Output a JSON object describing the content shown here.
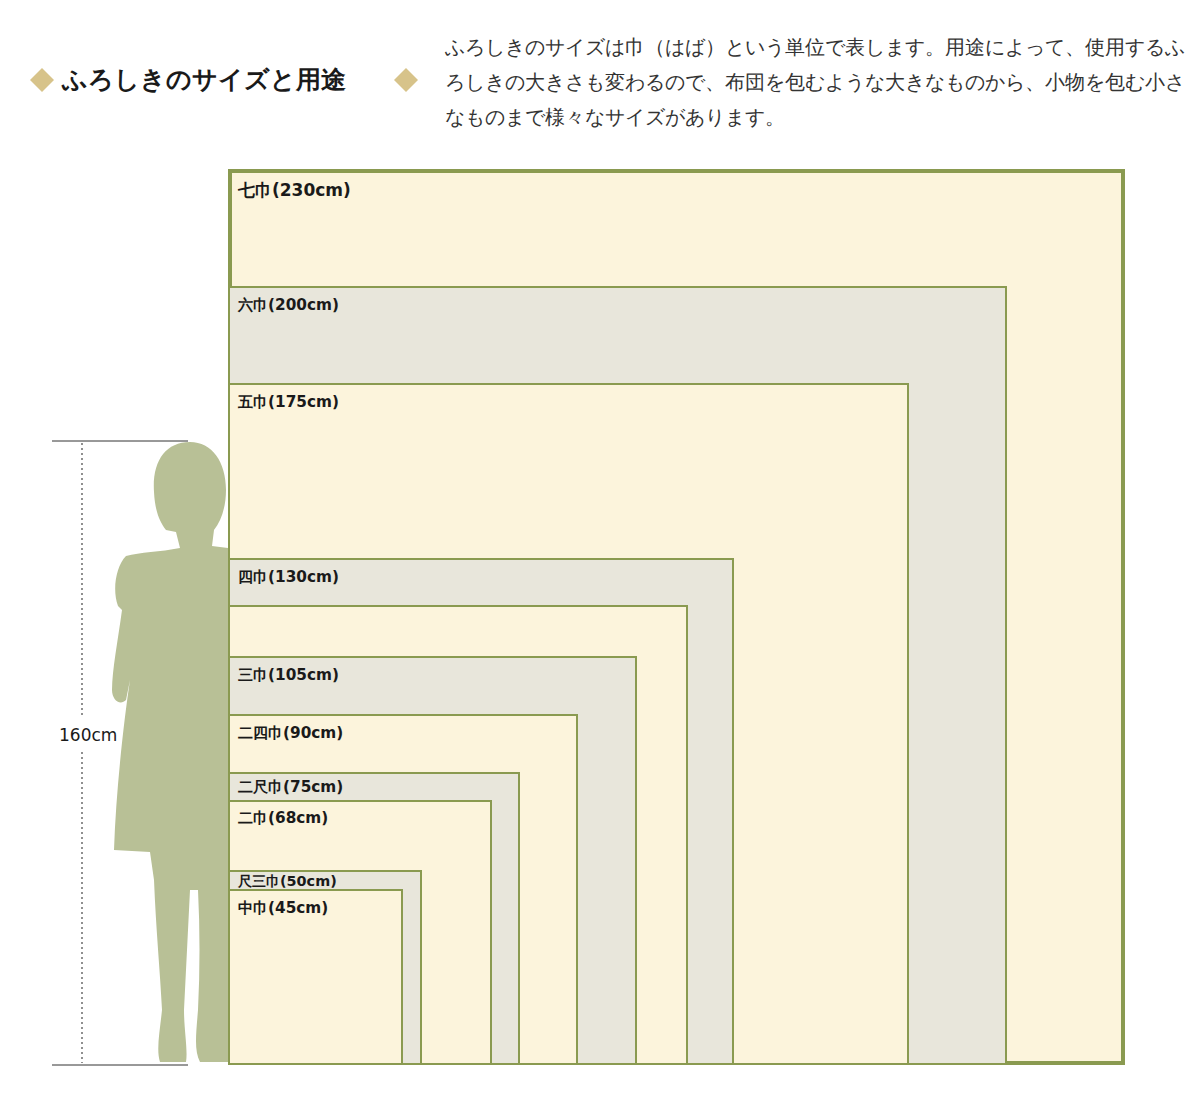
{
  "diagram": {
    "title": "ふろしきのサイズと用途",
    "caption": "ふろしきのサイズは巾（はば）という単位で表します。用途によって、使用するふろしきの大きさも変わるので、布団を包むような大きなものから、小物を包む小さなものまで様々なサイズがあります。",
    "nodes": [
      {
        "text": [
          "七巾(230cm)"
        ]
      },
      {
        "text": [
          "六巾(200cm)"
        ],
        "in": 0
      },
      {
        "text": [
          "五巾(175cm)"
        ],
        "in": 1
      },
      {
        "text": [
          "四巾(130cm)"
        ],
        "in": 2
      },
      {
        "text": [
          "三巾(105cm)"
        ],
        "in": 3
      },
      {
        "text": [
          "二四巾(90cm)"
        ],
        "in": 4
      },
      {
        "text": [
          "二尺巾(75cm)"
        ],
        "in": 5
      },
      {
        "text": [
          "二巾(68cm)"
        ],
        "in": 6
      },
      {
        "text": [
          "尺三巾(50cm)"
        ],
        "in": 7
      },
      {
        "text": [
          "中巾(45cm)"
        ],
        "in": 8
      }
    ],
    "labels": [
      "160cm"
    ]
  }
}
